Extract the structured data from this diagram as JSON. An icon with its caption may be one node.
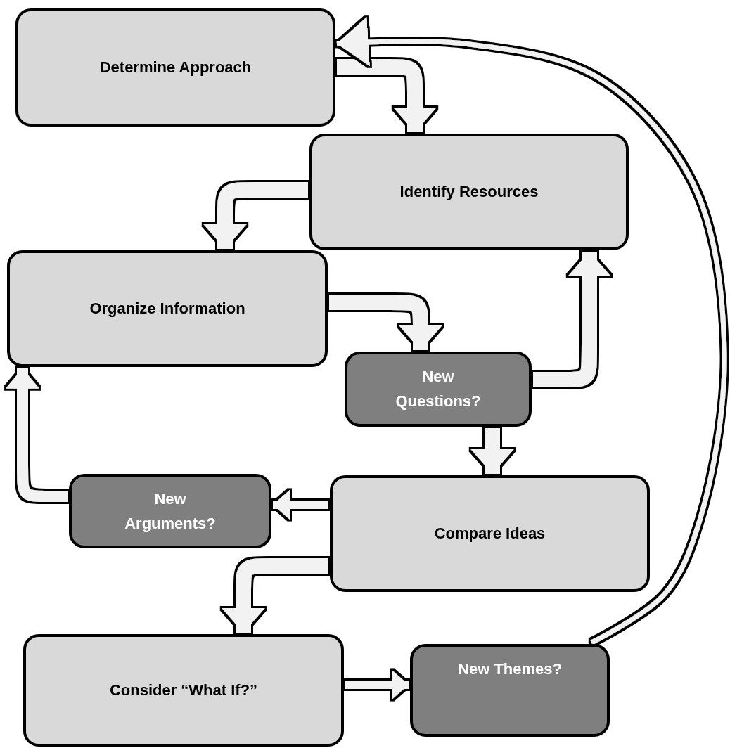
{
  "diagram": {
    "nodes": [
      {
        "text": [
          "Determine Approach"
        ]
      },
      {
        "text": [
          "Identify Resources"
        ]
      },
      {
        "text": [
          "Organize Information"
        ]
      },
      {
        "text": [
          "New Questions?"
        ]
      },
      {
        "text": [
          "Compare Ideas"
        ]
      },
      {
        "text": [
          "New Arguments?"
        ]
      },
      {
        "text": [
          "Consider “What If?”"
        ]
      },
      {
        "text": [
          "New Themes?"
        ]
      }
    ],
    "edges": [
      {
        "from": 0,
        "to": 1,
        "arrow": "to"
      },
      {
        "from": 1,
        "to": 2,
        "arrow": "to"
      },
      {
        "from": 2,
        "to": 3,
        "arrow": "to"
      },
      {
        "from": 3,
        "to": 1,
        "arrow": "to"
      },
      {
        "from": 3,
        "to": 4,
        "arrow": "to"
      },
      {
        "from": 4,
        "to": 5,
        "arrow": "to"
      },
      {
        "from": 5,
        "to": 2,
        "arrow": "to"
      },
      {
        "from": 4,
        "to": 6,
        "arrow": "to"
      },
      {
        "from": 6,
        "to": 7,
        "arrow": "to"
      },
      {
        "from": 7,
        "to": 0,
        "arrow": "to"
      }
    ]
  }
}
